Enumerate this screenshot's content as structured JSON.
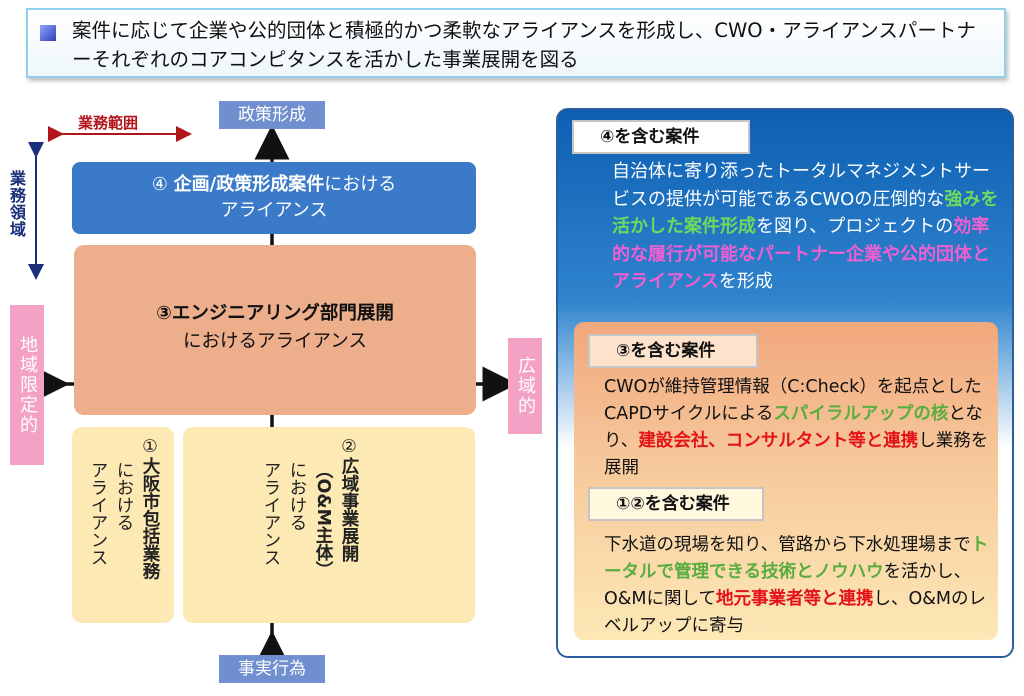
{
  "banner": {
    "text": "案件に応じて企業や公的団体と積極的かつ柔軟なアライアンスを形成し、CWO・アライアンスパートナーそれぞれのコアコンピタンスを活かした事業展開を図る"
  },
  "axes": {
    "top": "政策形成",
    "bottom": "事実行為",
    "left": "地域限定的",
    "right": "広域的",
    "scope_h": "業務範囲",
    "scope_v": "業務領域"
  },
  "quadrants": {
    "q4": {
      "num": "④",
      "bold": "企画/政策形成案件",
      "rest1": "における",
      "rest2": "アライアンス"
    },
    "q3": {
      "bold": "③エンジニアリング部門展開",
      "rest": "におけるアライアンス"
    },
    "q1": {
      "num": "①",
      "bold": "大阪市包括業務",
      "rest1": "における",
      "rest2": "アライアンス"
    },
    "q2": {
      "num": "②",
      "bold1": "広域事業展開",
      "bold2": "（O&M主体）",
      "rest1": "における",
      "rest2": "アライアンス"
    }
  },
  "panel": {
    "tag4": "④を含む案件",
    "p4": {
      "t1": "自治体に寄り添ったトータルマネジメントサービスの提供が可能であるCWOの圧倒的な",
      "g1": "強みを活かした案件形成",
      "t2": "を図り、プロジェクトの",
      "k1": "効率的な履行が可能なパートナー企業や公的団体とアライアンス",
      "t3": "を形成"
    },
    "tag3": "③を含む案件",
    "p3": {
      "t1": "CWOが維持管理情報（C:Check）を起点としたCAPDサイクルによる",
      "g1": "スパイラルアップの核",
      "t2": "となり、",
      "r1": "建設会社、コンサルタント等と連携",
      "t3": "し業務を展開"
    },
    "tag12": "①②を含む案件",
    "p12": {
      "t1": "下水道の現場を知り、管路から下水処理場まで",
      "g1": "トータルで管理できる技術とノウハウ",
      "t2": "を活かし、O&Mに関して",
      "r1": "地元事業者等と連携",
      "t3": "し、O&Mのレベルアップに寄与"
    }
  },
  "colors": {
    "axis_label_blue": "#6f8fcf",
    "axis_label_pink": "#f3a1c4",
    "q4_blue": "#3a7ac9",
    "q3_orange": "#edae8c",
    "q12_yellow": "#fde9b4",
    "scope_red": "#b3161a",
    "scope_navy": "#1c2f7a"
  }
}
